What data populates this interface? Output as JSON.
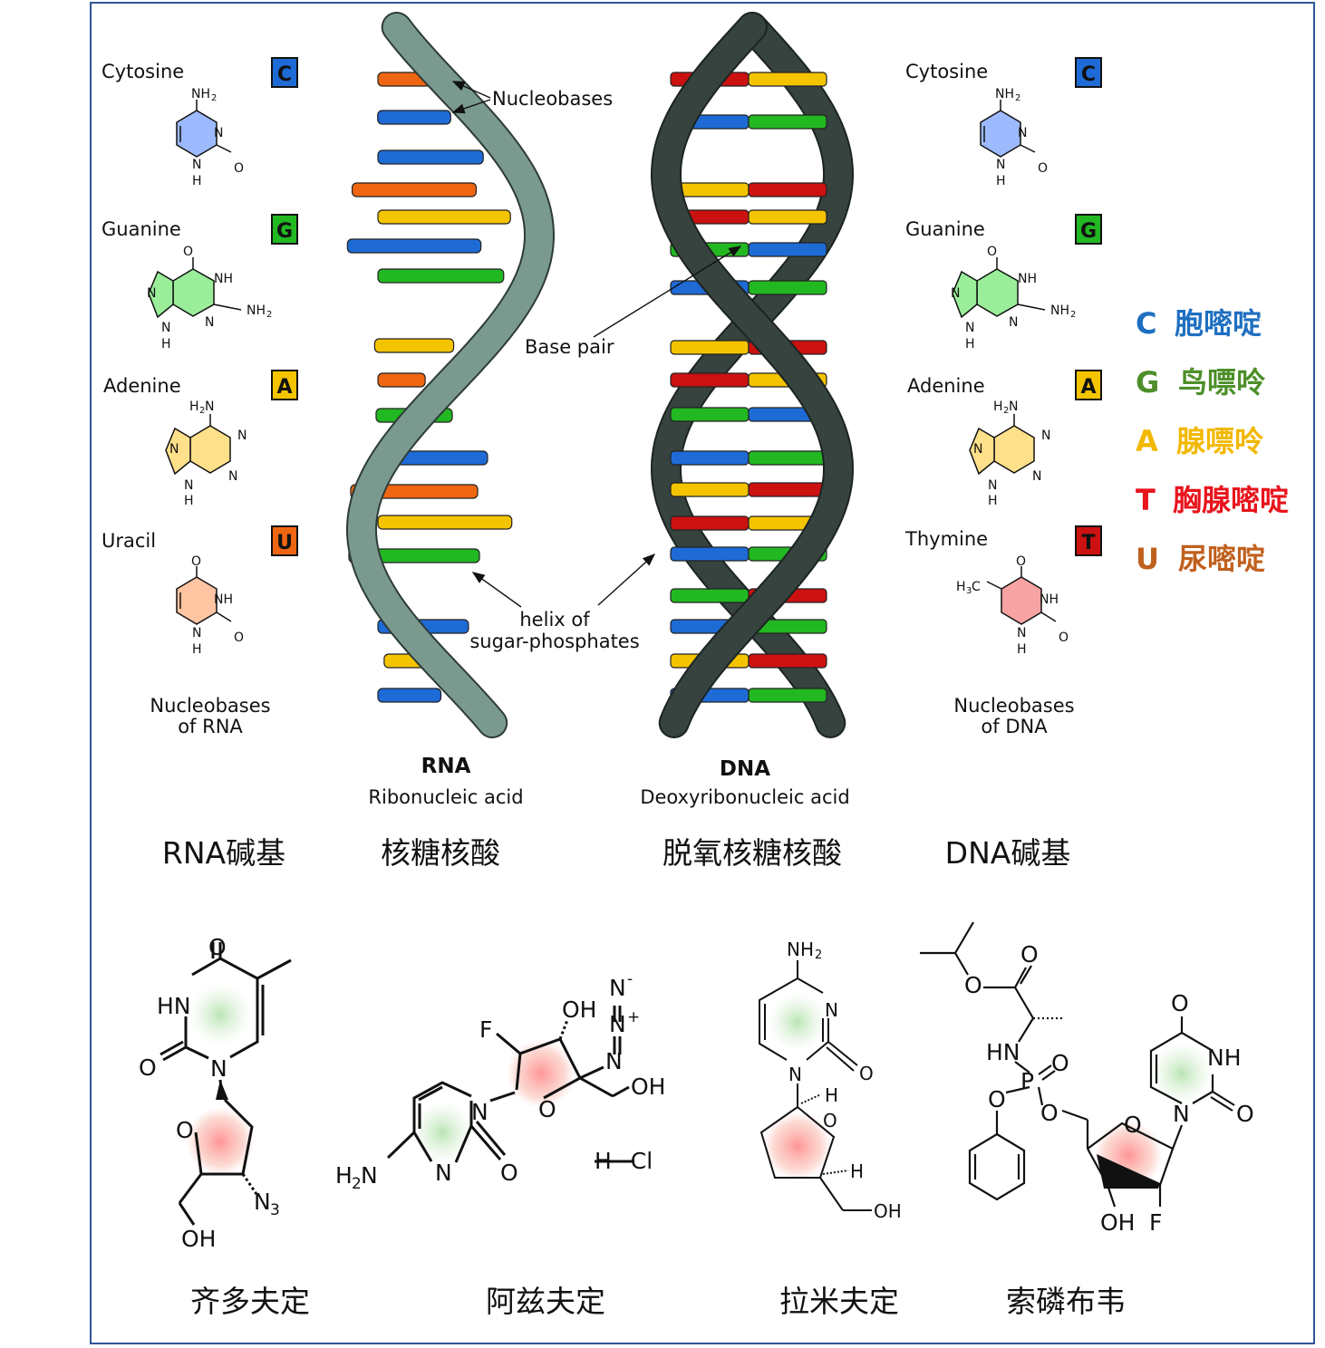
{
  "rna_bases": [
    {
      "name": "Cytosine",
      "letter": "C",
      "color": "#1e6bd6",
      "ring": "#9dbaff"
    },
    {
      "name": "Guanine",
      "letter": "G",
      "color": "#22b822",
      "ring": "#9aee9a"
    },
    {
      "name": "Adenine",
      "letter": "A",
      "color": "#f5c400",
      "ring": "#ffe08a"
    },
    {
      "name": "Uracil",
      "letter": "U",
      "color": "#ee6611",
      "ring": "#ffc4a2"
    }
  ],
  "dna_bases": [
    {
      "name": "Cytosine",
      "letter": "C",
      "color": "#1e6bd6",
      "ring": "#9dbaff"
    },
    {
      "name": "Guanine",
      "letter": "G",
      "color": "#22b822",
      "ring": "#9aee9a"
    },
    {
      "name": "Adenine",
      "letter": "A",
      "color": "#f5c400",
      "ring": "#ffe08a"
    },
    {
      "name": "Thymine",
      "letter": "T",
      "color": "#cc1111",
      "ring": "#f7a3a3"
    }
  ],
  "atoms": {
    "N": "N",
    "NH": "NH",
    "H": "H",
    "O": "O",
    "NH2": "NH",
    "H2N": "H",
    "H3C": "H",
    "C": "C",
    "two": "2",
    "three": "3",
    "HN": "HN",
    "OH": "OH",
    "F": "F",
    "N3": "N",
    "P": "P",
    "HCl": "H−Cl",
    "Nminus": "N",
    "minus": "-",
    "Nplus": "N",
    "plus": "+"
  },
  "captions": {
    "rna_nucleobases_line1": "Nucleobases",
    "rna_nucleobases_line2": "of RNA",
    "dna_nucleobases_line1": "Nucleobases",
    "dna_nucleobases_line2": "of DNA",
    "nucleobases": "Nucleobases",
    "base_pair": "Base pair",
    "helix_line1": "helix of",
    "helix_line2": "sugar-phosphates",
    "rna_title": "RNA",
    "rna_subtitle": "Ribonucleic acid",
    "dna_title": "DNA",
    "dna_subtitle": "Deoxyribonucleic acid"
  },
  "chinese_labels": {
    "rna_bases": "RNA碱基",
    "rna": "核糖核酸",
    "dna": "脱氧核糖核酸",
    "dna_bases": "DNA碱基"
  },
  "legend": [
    {
      "letter": "C",
      "name": "胞嘧啶",
      "color": "#1f6fc0"
    },
    {
      "letter": "G",
      "name": "鸟嘌呤",
      "color": "#4e8f2a"
    },
    {
      "letter": "A",
      "name": "腺嘌呤",
      "color": "#f2b800"
    },
    {
      "letter": "T",
      "name": "胸腺嘧啶",
      "color": "#e8141c"
    },
    {
      "letter": "U",
      "name": "尿嘧啶",
      "color": "#c0601e"
    }
  ],
  "drugs": [
    {
      "name": "齐多夫定"
    },
    {
      "name": "阿兹夫定"
    },
    {
      "name": "拉米夫定"
    },
    {
      "name": "索磷布韦"
    }
  ],
  "colors": {
    "frame": "#2f5597",
    "rna_backbone": "#7a9a90",
    "dna_backbone": "#36433f"
  }
}
